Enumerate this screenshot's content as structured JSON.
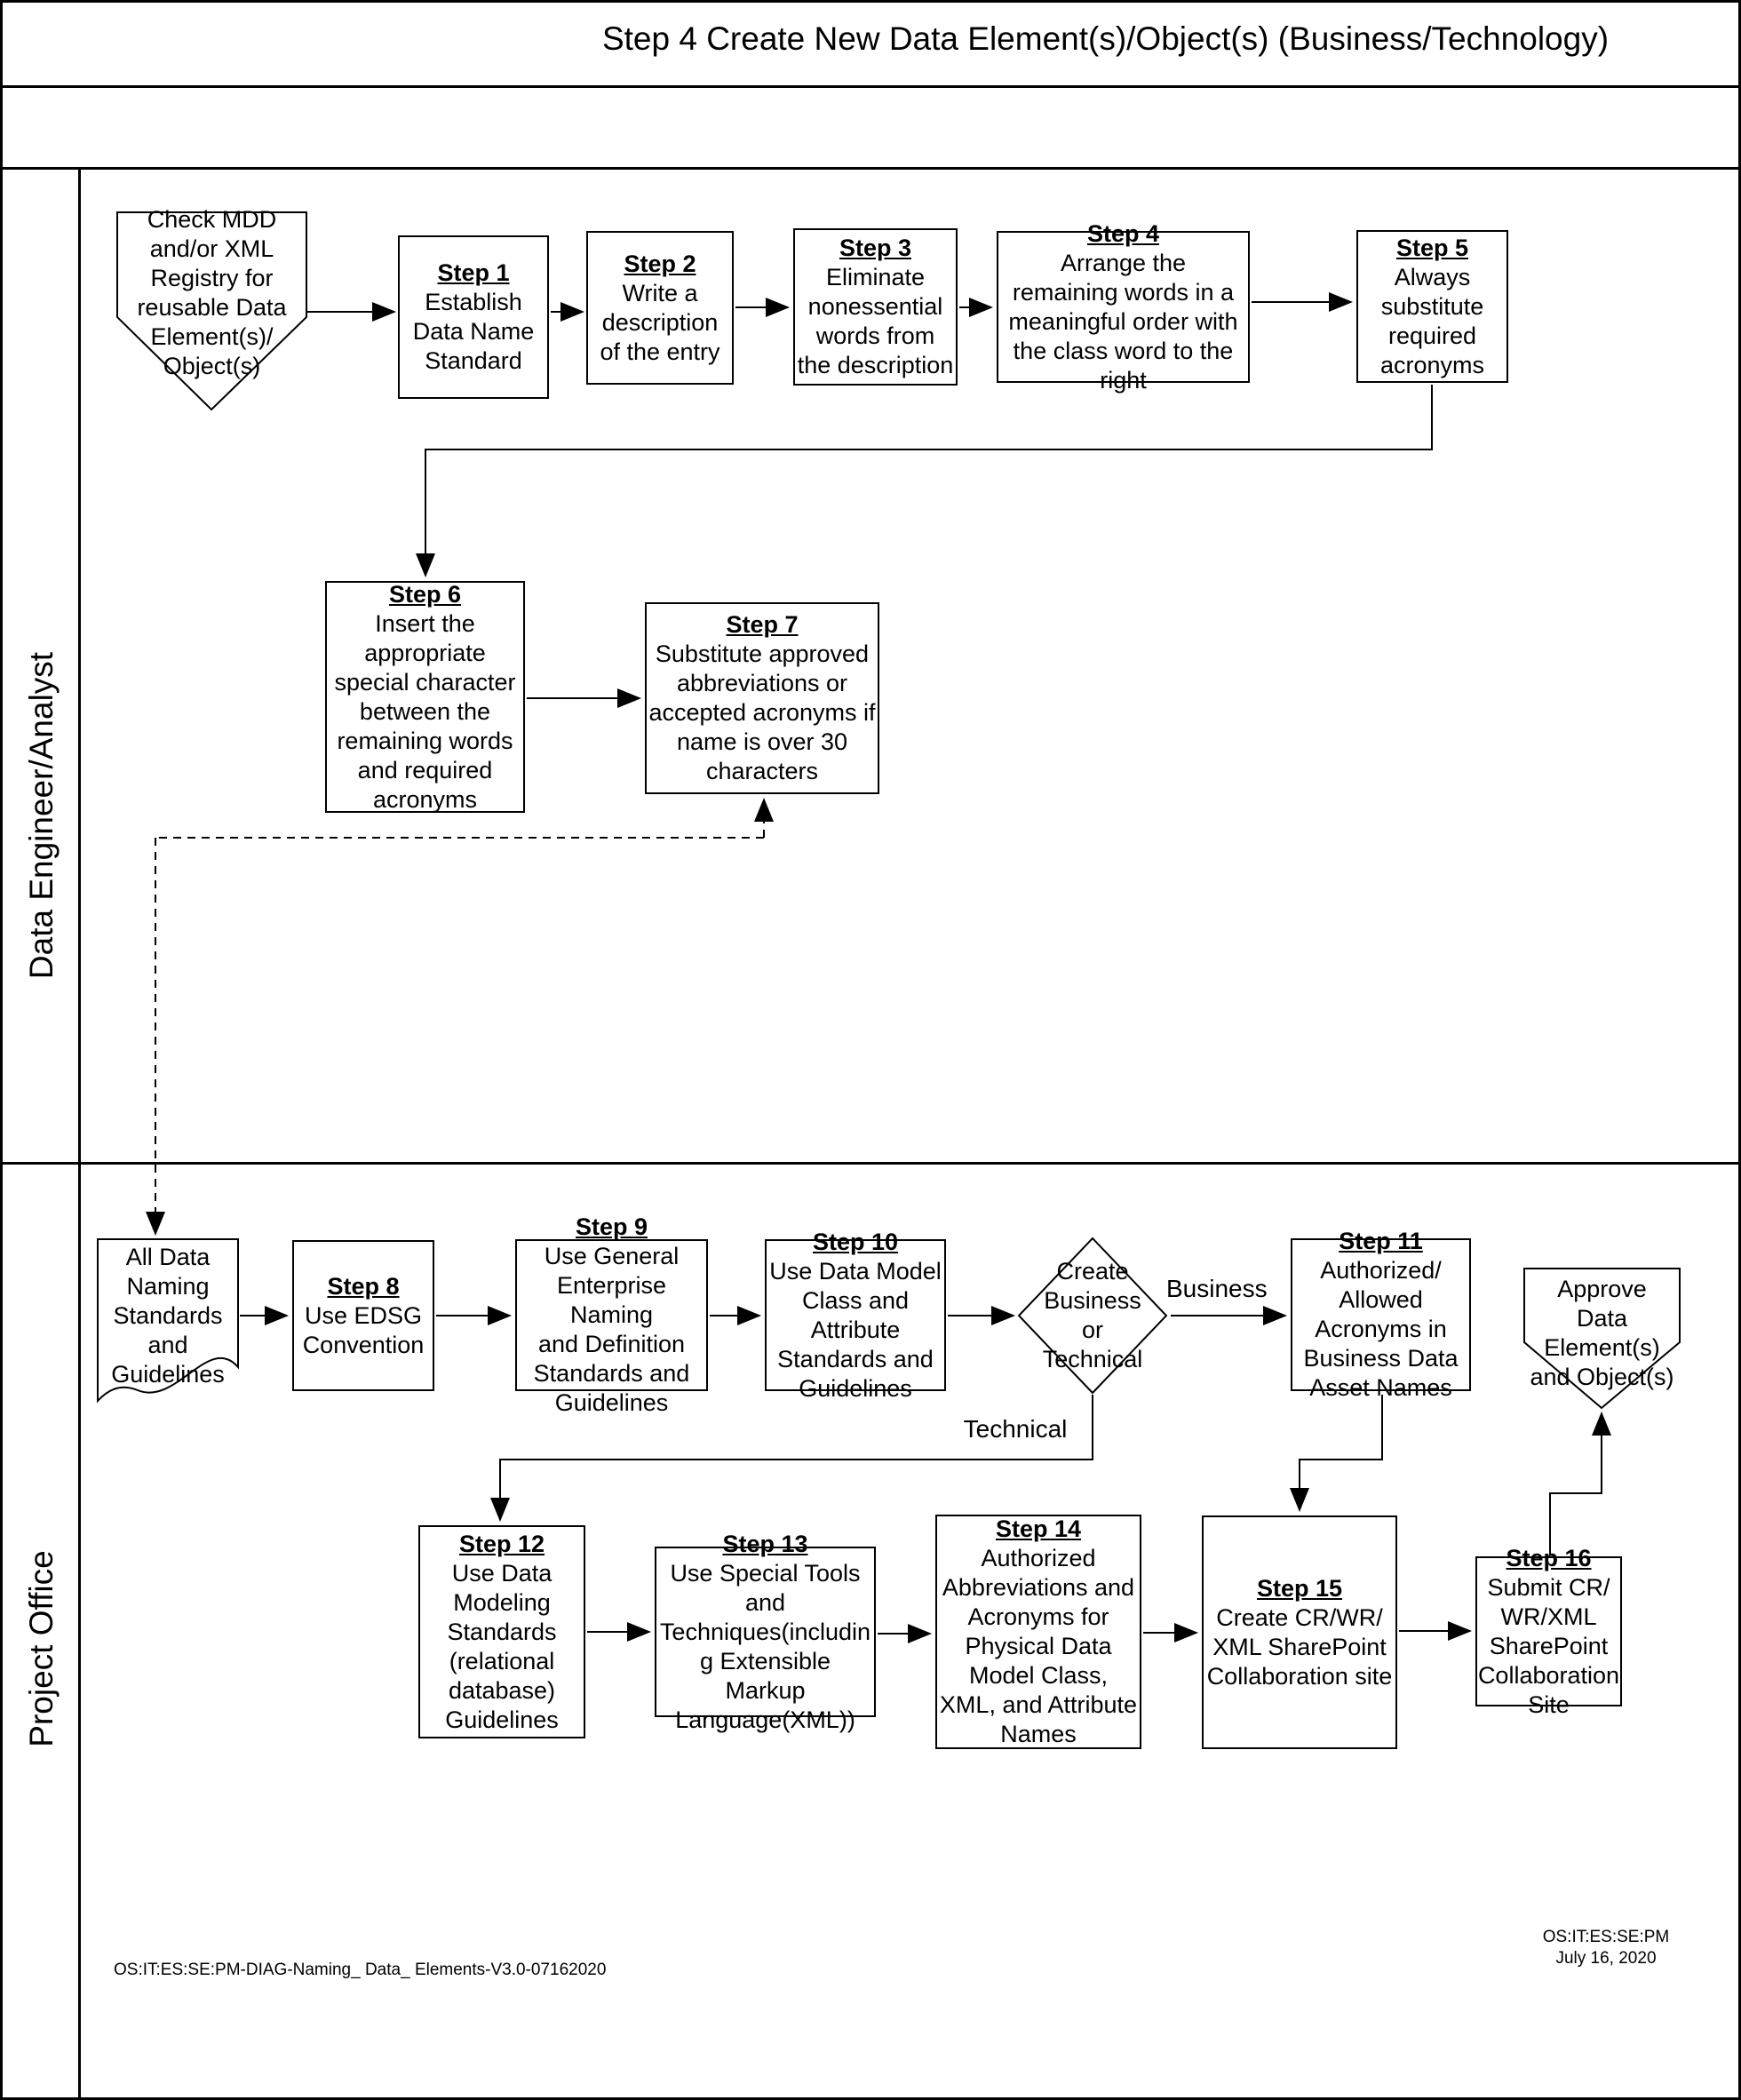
{
  "title": "Step 4 Create New Data Element(s)/Object(s) (Business/Technology)",
  "lanes": {
    "lane1": {
      "label": "Data Engineer/Analyst"
    },
    "lane2": {
      "label": "Project Office"
    }
  },
  "nodes": {
    "check_mdd": {
      "text": "Check MDD\nand/or XML\nRegistry for\nreusable Data\nElement(s)/\nObject(s)"
    },
    "step1": {
      "header": "Step 1",
      "text": "Establish\nData Name\nStandard"
    },
    "step2": {
      "header": "Step 2",
      "text": "Write a\ndescription\nof the entry"
    },
    "step3": {
      "header": "Step 3",
      "text": "Eliminate\nnonessential\nwords from\nthe description"
    },
    "step4": {
      "header": "Step 4",
      "text": "Arrange the\nremaining words in a\nmeaningful order with\nthe class word to the\nright"
    },
    "step5": {
      "header": "Step 5",
      "text": "Always\nsubstitute\nrequired\nacronyms"
    },
    "step6": {
      "header": "Step 6",
      "text": "Insert the\nappropriate\nspecial character\nbetween the\nremaining words\nand required\nacronyms"
    },
    "step7": {
      "header": "Step 7",
      "text": "Substitute approved\nabbreviations or\naccepted acronyms if\nname is over 30\ncharacters"
    },
    "all_data": {
      "text": "All Data\nNaming\nStandards\nand\nGuidelines"
    },
    "step8": {
      "header": "Step 8",
      "text": "Use EDSG\nConvention"
    },
    "step9": {
      "header": "Step 9",
      "text": "Use General\nEnterprise Naming\nand Definition\nStandards and\nGuidelines"
    },
    "step10": {
      "header": "Step 10",
      "text": "Use Data Model\nClass and\nAttribute\nStandards and\nGuidelines"
    },
    "decision": {
      "text": "Create\nBusiness\nor\nTechnical"
    },
    "step11": {
      "header": "Step 11",
      "text": "Authorized/\nAllowed\nAcronyms in\nBusiness Data\nAsset Names"
    },
    "approve": {
      "text": "Approve\nData\nElement(s)\nand Object(s)"
    },
    "step12": {
      "header": "Step 12",
      "text": "Use Data\nModeling\nStandards\n(relational\ndatabase)\nGuidelines"
    },
    "step13": {
      "header": "Step 13",
      "text": "Use Special Tools\nand\nTechniques(includin\ng Extensible\nMarkup\nLanguage(XML))"
    },
    "step14": {
      "header": "Step 14",
      "text": "Authorized\nAbbreviations and\nAcronyms for\nPhysical Data\nModel Class,\nXML, and Attribute\nNames"
    },
    "step15": {
      "header": "Step 15",
      "text": "Create CR/WR/\nXML SharePoint\nCollaboration site"
    },
    "step16": {
      "header": "Step 16",
      "text": "Submit CR/\nWR/XML\nSharePoint\nCollaboration\nSite"
    }
  },
  "edge_labels": {
    "business": "Business",
    "technical": "Technical"
  },
  "footer": {
    "doc_id": "OS:IT:ES:SE:PM-DIAG-Naming_ Data_ Elements-V3.0-07162020",
    "org_date": "OS:IT:ES:SE:PM\nJuly 16, 2020"
  },
  "colors": {
    "line": "#000000",
    "background": "#ffffff"
  }
}
